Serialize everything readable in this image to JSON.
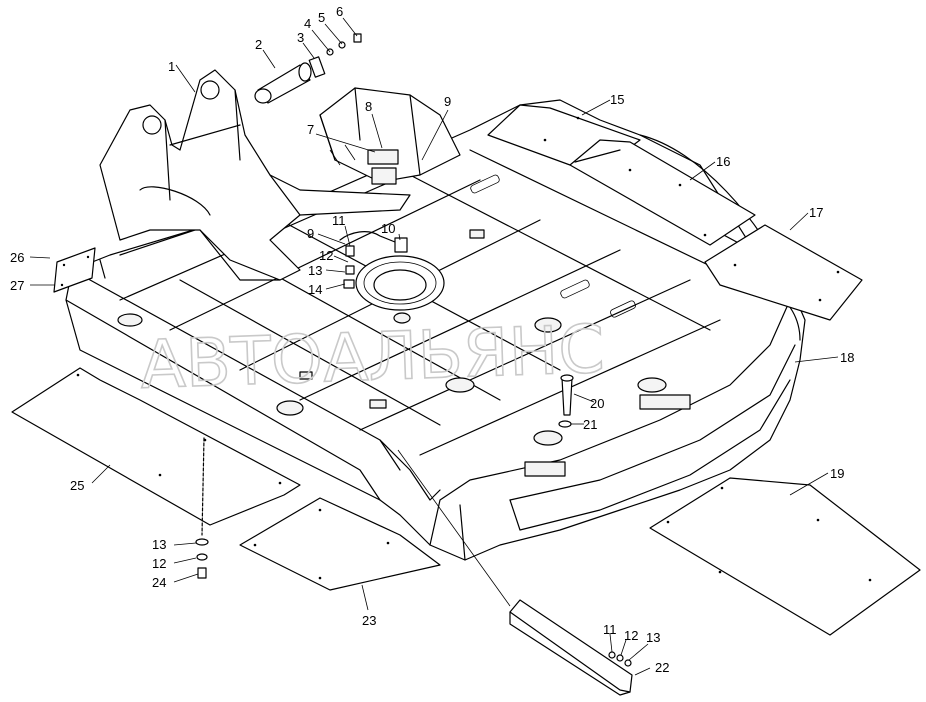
{
  "watermark": "АВТОАЛЬЯНС",
  "callouts": [
    "1",
    "2",
    "3",
    "4",
    "5",
    "6",
    "7",
    "8",
    "9",
    "9",
    "10",
    "11",
    "11",
    "12",
    "12",
    "12",
    "13",
    "13",
    "13",
    "14",
    "15",
    "16",
    "17",
    "18",
    "19",
    "20",
    "21",
    "22",
    "23",
    "24",
    "25",
    "26",
    "27"
  ]
}
